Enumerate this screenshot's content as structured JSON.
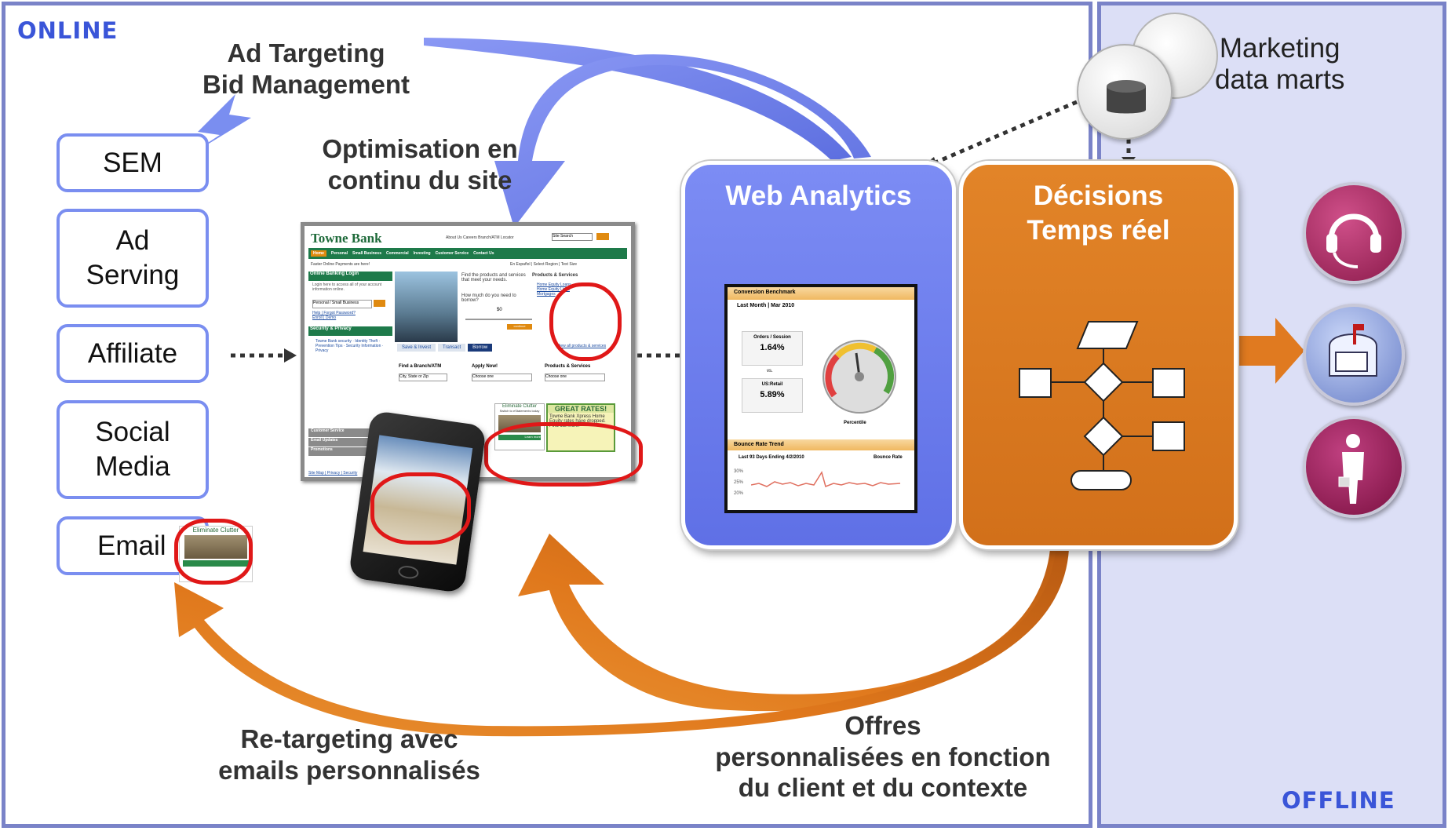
{
  "zones": {
    "online": "ONLINE",
    "offline": "OFFLINE"
  },
  "top_label": {
    "line1": "Ad Targeting",
    "line2": "Bid Management"
  },
  "optim_label": {
    "line1": "Optimisation en",
    "line2": "continu du site"
  },
  "channels": [
    "SEM",
    "Ad\nServing",
    "Affiliate",
    "Social\nMedia",
    "Email"
  ],
  "web_analytics": {
    "title": "Web Analytics",
    "dashboard": {
      "conversion_title": "Conversion Benchmark",
      "period": "Last Month | Mar 2010",
      "metric_label": "Orders / Session",
      "metric_value": "1.64%",
      "vs": "vs.",
      "bench_label": "US:Retail",
      "bench_value": "5.89%",
      "gauge_label": "Percentile",
      "bounce_title": "Bounce Rate Trend",
      "bounce_period": "Last 93 Days Ending 4/2/2010",
      "bounce_col": "Bounce Rate",
      "y_ticks": [
        "30%",
        "25%",
        "20%"
      ]
    }
  },
  "decisions": {
    "line1": "Décisions",
    "line2": "Temps réel"
  },
  "datamarts": {
    "line1": "Marketing",
    "line2": "data marts"
  },
  "bottom_left": {
    "line1": "Re-targeting avec",
    "line2": "emails personnalisés"
  },
  "bottom_right": {
    "line1": "Offres",
    "line2": "personnalisées en fonction",
    "line3": "du client et du contexte"
  },
  "website": {
    "brand": "Towne Bank",
    "top_links": "About Us   Careers   Branch/ATM Locator",
    "search_placeholder": "Site Search",
    "nav": [
      "Home",
      "Personal",
      "Small Business",
      "Commercial",
      "Investing",
      "Customer Service",
      "Contact Us"
    ],
    "notice": "Faster Online Payments are here!",
    "lang": "En Español | Select Region | Text Size",
    "login_title": "Online Banking Login",
    "login_text": "Login here to access all of your account information online.",
    "login_select": "Personal / Small Business",
    "login_links": "Help | Forgot Password? Enroll | Demo",
    "security_title": "Security & Privacy",
    "security_links": "Towne Bank security · Identity Theft · Prevention Tips · Security Information · Privacy",
    "menu_items": [
      "Customer Service",
      "Email Updates",
      "Promotions"
    ],
    "hero_text": "Find the products and services that meet your needs.",
    "hero_question": "How much do you need to borrow?",
    "hero_amount": "$0",
    "hero_button": "continue",
    "hero_tabs": [
      "Save & Invest",
      "Transact",
      "Borrow"
    ],
    "products_title": "Products & Services",
    "products_links": [
      "Home Equity Loans",
      "Home Equity Lines",
      "Mortgages"
    ],
    "view_all": "View all products & services",
    "find_branch": "Find a Branch/ATM",
    "find_input": "City, State or Zip",
    "apply_now": "Apply Now!",
    "apply_select": "Choose one",
    "products2": "Products & Services",
    "products2_select": "Choose one",
    "ad_title": "Eliminate Clutter",
    "ad_sub": "Switch to eStatements today",
    "ad_cta": "Learn more",
    "rates_title": "GREAT RATES!",
    "rates_text": "Towne Bank Xpress Home Equity rates have dropped.  Find out more!",
    "footer": "Site Map | Privacy | Security"
  },
  "colors": {
    "blue": "#7480f0",
    "orange": "#e07a20",
    "border": "#7a83c8",
    "offline_bg": "#dcdff6",
    "red_highlight": "#e01818"
  },
  "icons": [
    "headset-icon",
    "mailbox-icon",
    "businessman-icon",
    "database-icon"
  ]
}
